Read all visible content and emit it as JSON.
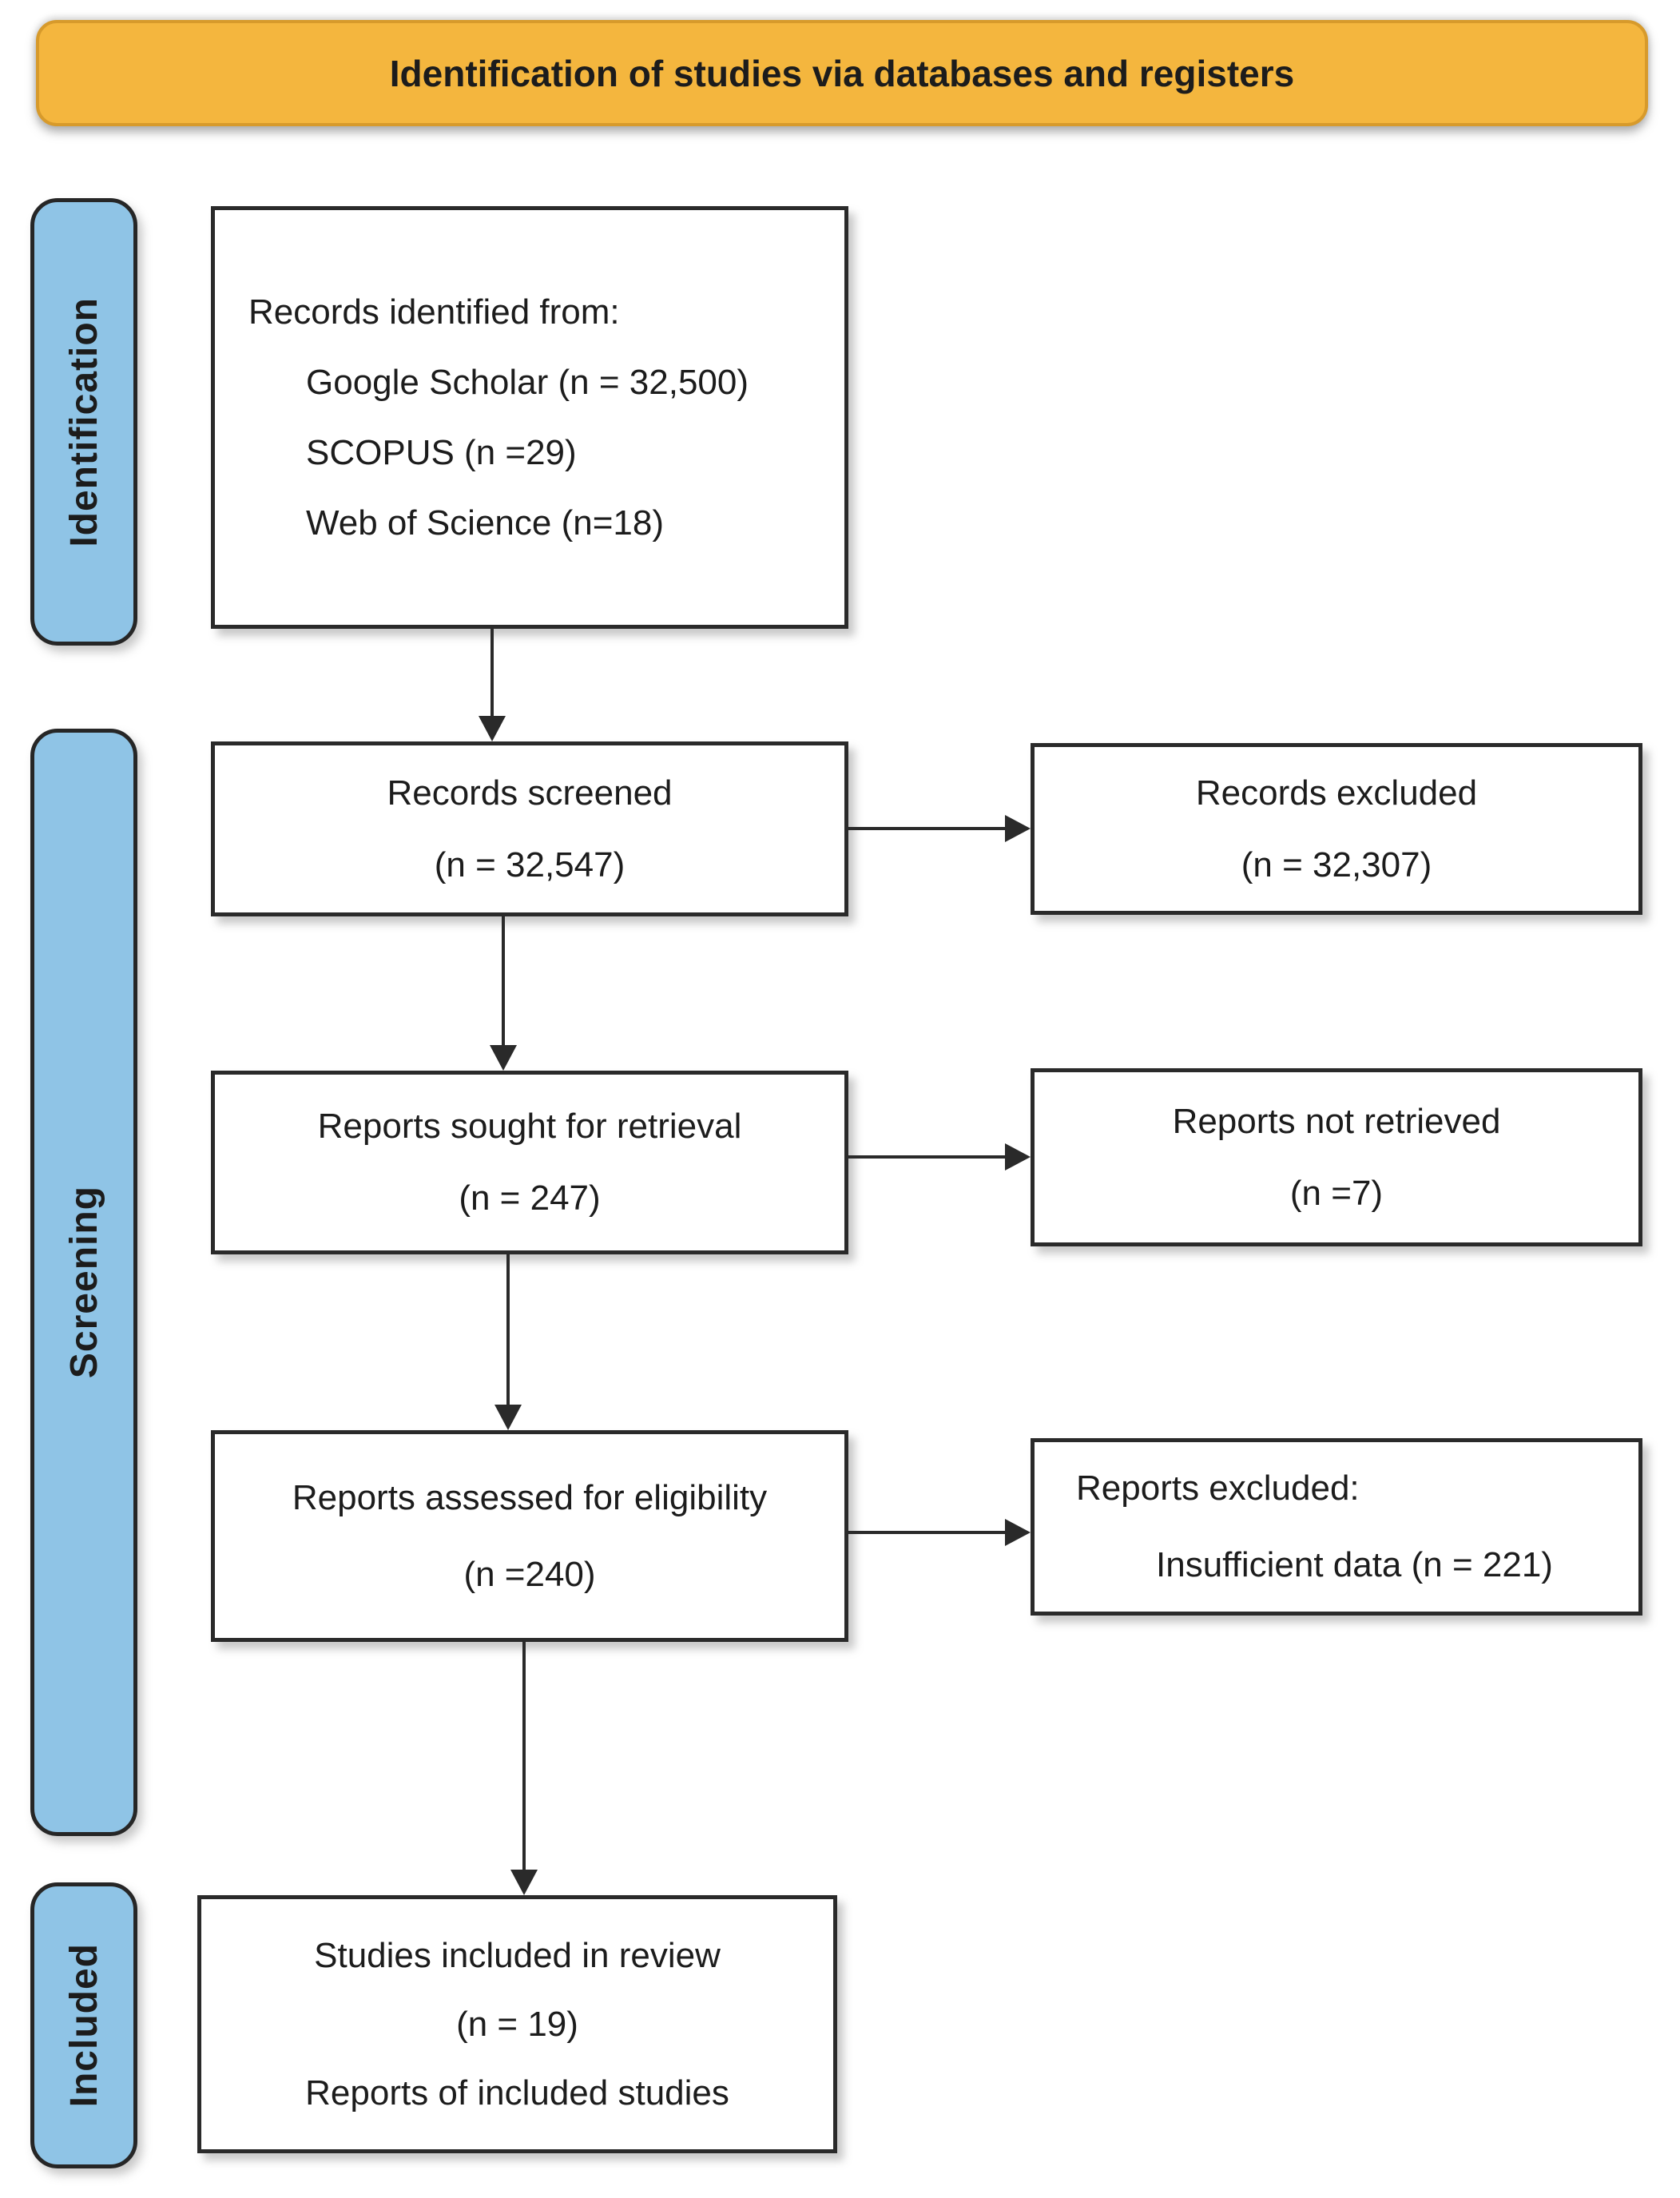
{
  "banner": {
    "title": "Identification of studies via databases and registers"
  },
  "stages": {
    "identification": {
      "label": "Identification"
    },
    "screening": {
      "label": "Screening"
    },
    "included": {
      "label": "Included"
    }
  },
  "boxes": {
    "records_identified": {
      "line1": "Records identified from:",
      "line2": "Google Scholar (n = 32,500)",
      "line3": "SCOPUS (n =29)",
      "line4": "Web of Science (n=18)"
    },
    "records_screened": {
      "line1": "Records screened",
      "line2": "(n = 32,547)"
    },
    "records_excluded": {
      "line1": "Records excluded",
      "line2": "(n = 32,307)"
    },
    "reports_sought": {
      "line1": "Reports sought for retrieval",
      "line2": "(n = 247)"
    },
    "reports_not_retrieved": {
      "line1": "Reports not retrieved",
      "line2": "(n =7)"
    },
    "reports_assessed": {
      "line1": "Reports assessed for eligibility",
      "line2": "(n =240)"
    },
    "reports_excluded": {
      "line1": "Reports excluded:",
      "line2": "Insufficient data (n = 221)"
    },
    "studies_included": {
      "line1": "Studies included in review",
      "line2": "(n = 19)",
      "line3": "Reports of included studies"
    }
  },
  "colors": {
    "banner_bg": "#F4B63E",
    "banner_border": "#D79A2B",
    "stage_bg": "#8FC4E6",
    "stage_border": "#262626",
    "box_border": "#2A2A2A",
    "arrow": "#2A2A2A",
    "text": "#1C1C1C"
  }
}
